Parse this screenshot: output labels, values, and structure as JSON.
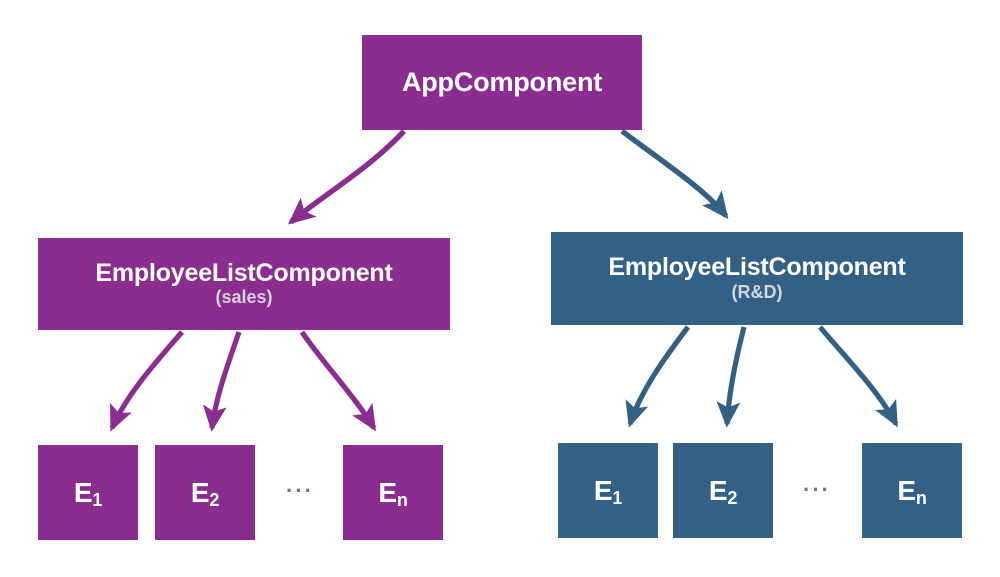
{
  "diagram": {
    "title": "Angular component tree with two EmployeeListComponent instances",
    "colors": {
      "purple": "#8a2d8f",
      "blue": "#336185",
      "background": "#ffffff",
      "subtitle_on_purple": "#d8d0da",
      "subtitle_on_blue": "#cfd8e0",
      "ellipsis": "#5b7a97"
    },
    "root": {
      "label": "AppComponent",
      "color": "#8a2d8f"
    },
    "branches": [
      {
        "id": "sales",
        "label": "EmployeeListComponent",
        "subtitle": "(sales)",
        "color": "#8a2d8f",
        "leaves": [
          {
            "base": "E",
            "sub": "1"
          },
          {
            "base": "E",
            "sub": "2"
          },
          {
            "base": "E",
            "sub": "n"
          }
        ],
        "ellipsis": "···"
      },
      {
        "id": "rd",
        "label": "EmployeeListComponent",
        "subtitle": "(R&D)",
        "color": "#336185",
        "leaves": [
          {
            "base": "E",
            "sub": "1"
          },
          {
            "base": "E",
            "sub": "2"
          },
          {
            "base": "E",
            "sub": "n"
          }
        ],
        "ellipsis": "···"
      }
    ],
    "edges": [
      {
        "from": "AppComponent",
        "to": "EmployeeListComponent (sales)",
        "color": "#8a2d8f"
      },
      {
        "from": "AppComponent",
        "to": "EmployeeListComponent (R&D)",
        "color": "#336185"
      },
      {
        "from": "EmployeeListComponent (sales)",
        "to": "E1",
        "color": "#8a2d8f"
      },
      {
        "from": "EmployeeListComponent (sales)",
        "to": "E2",
        "color": "#8a2d8f"
      },
      {
        "from": "EmployeeListComponent (sales)",
        "to": "En",
        "color": "#8a2d8f"
      },
      {
        "from": "EmployeeListComponent (R&D)",
        "to": "E1",
        "color": "#336185"
      },
      {
        "from": "EmployeeListComponent (R&D)",
        "to": "E2",
        "color": "#336185"
      },
      {
        "from": "EmployeeListComponent (R&D)",
        "to": "En",
        "color": "#336185"
      }
    ]
  }
}
